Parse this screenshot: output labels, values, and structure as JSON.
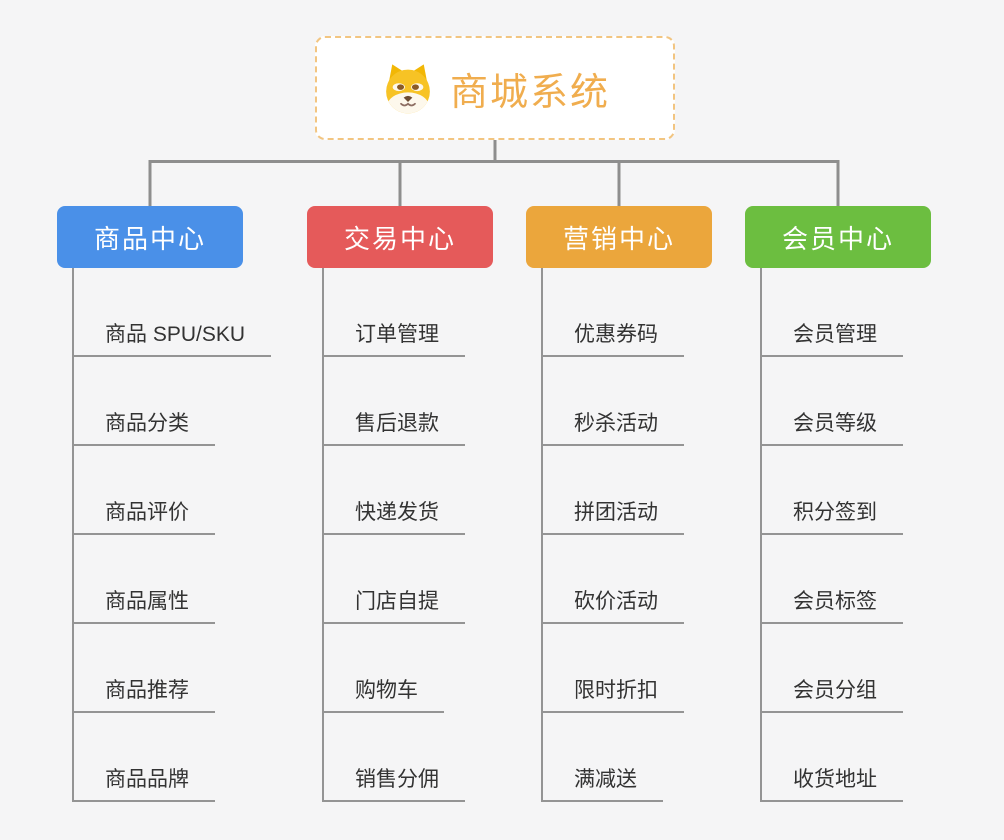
{
  "page": {
    "background_color": "#f5f5f6",
    "connector_color": "#8e8e8e"
  },
  "root": {
    "title": "商城系统",
    "icon": "dog-face-icon",
    "text_color": "#f0ad4e",
    "border_color": "#f2c581"
  },
  "branches": [
    {
      "label": "商品中心",
      "color": "#4a90e8",
      "children": [
        "商品 SPU/SKU",
        "商品分类",
        "商品评价",
        "商品属性",
        "商品推荐",
        "商品品牌"
      ]
    },
    {
      "label": "交易中心",
      "color": "#e55a5a",
      "children": [
        "订单管理",
        "售后退款",
        "快递发货",
        "门店自提",
        "购物车",
        "销售分佣"
      ]
    },
    {
      "label": "营销中心",
      "color": "#eba63c",
      "children": [
        "优惠券码",
        "秒杀活动",
        "拼团活动",
        "砍价活动",
        "限时折扣",
        "满减送"
      ]
    },
    {
      "label": "会员中心",
      "color": "#6cbe40",
      "children": [
        "会员管理",
        "会员等级",
        "积分签到",
        "会员标签",
        "会员分组",
        "收货地址"
      ]
    }
  ]
}
